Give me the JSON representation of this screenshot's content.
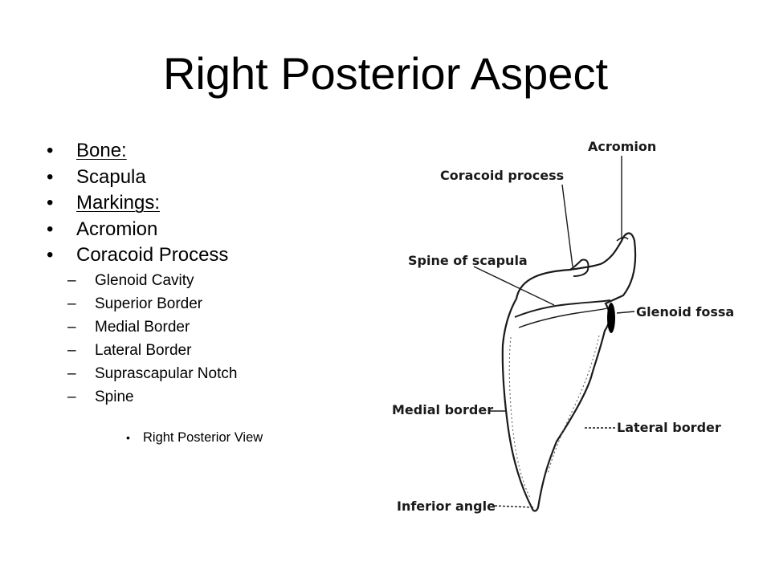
{
  "slide": {
    "title": "Right Posterior Aspect",
    "bullets": [
      {
        "text": "Bone:",
        "underline": true
      },
      {
        "text": "Scapula",
        "underline": false
      },
      {
        "text": "Markings:",
        "underline": true
      },
      {
        "text": "Acromion",
        "underline": false
      },
      {
        "text": "Coracoid Process",
        "underline": false
      }
    ],
    "bullet_symbol": "•",
    "sub_symbol": "–",
    "sub_bullets": [
      "Glenoid Cavity",
      "Superior Border",
      "Medial Border",
      "Lateral Border",
      "Suprascapular Notch",
      "Spine"
    ],
    "caption": "Right Posterior View"
  },
  "figure": {
    "labels": {
      "acromion": "Acromion",
      "coracoid_process": "Coracoid process",
      "spine_of_scapula": "Spine of scapula",
      "glenoid_fossa": "Glenoid fossa",
      "medial_border": "Medial border",
      "lateral_border": "Lateral border",
      "inferior_angle": "Inferior angle"
    }
  }
}
